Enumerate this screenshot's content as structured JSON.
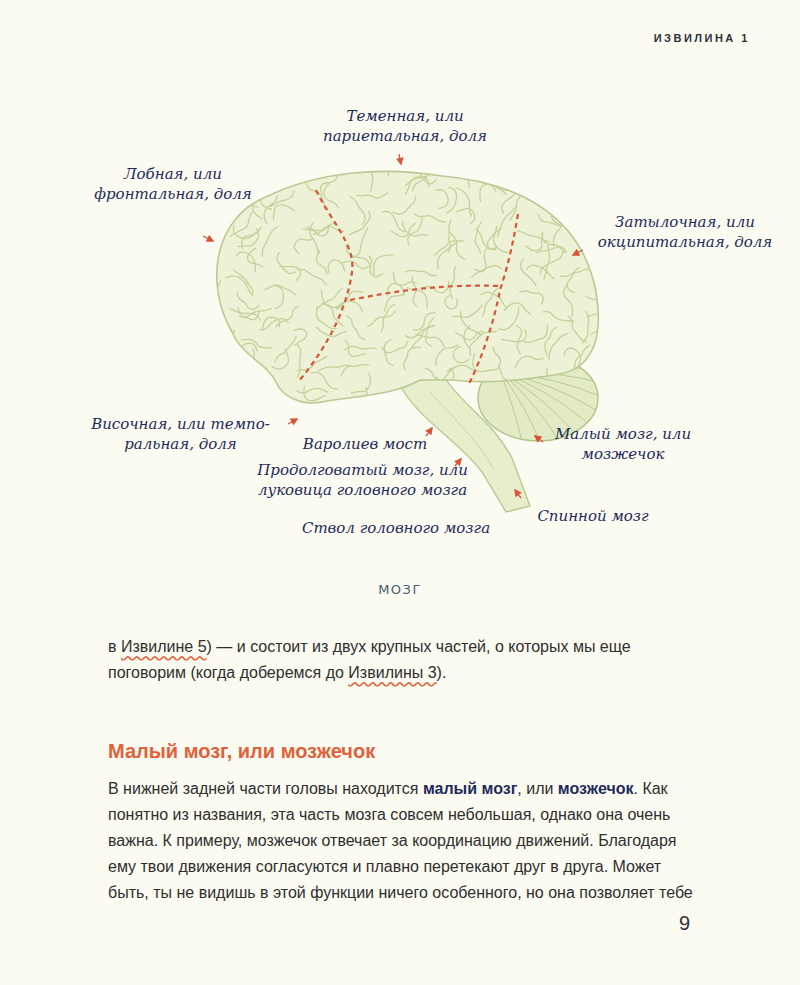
{
  "diagram": {
    "caption": "МОЗГ",
    "labels": [
      "ИЗВИЛИНА 1",
      "Теменная, или париетальная, доля",
      "Лобная, или фронтальная, доля",
      "Затылочная, или окципитальная, доля",
      "Височная, или темпо- ральная, доля",
      "Варолиев мост",
      "Продолговатый мозг, или луковица головного мозга",
      "Ствол головного мозга",
      "Малый мозг, или мозжечок",
      "Спинной мозг",
      "в ",
      "Извилине 5",
      ") — и состоит из двух крупных частей, о которых мы еще поговорим (когда доберемся до ",
      "Извилины 3",
      ").",
      "Малый мозг, или мозжечок",
      "В нижней задней части головы находится ",
      "малый мозг",
      ", или ",
      "мозжечок",
      ". Как понятно из названия, эта часть мозга совсем небольшая, однако она очень важна. К примеру, мозжечок отвечает за координацию движений. Благодаря ему твои движения согласуются и плавно перетекают друг в друга. Может быть, ты не видишь в этой функции ничего особенного, но она позволяет тебе",
      "9"
    ]
  }
}
